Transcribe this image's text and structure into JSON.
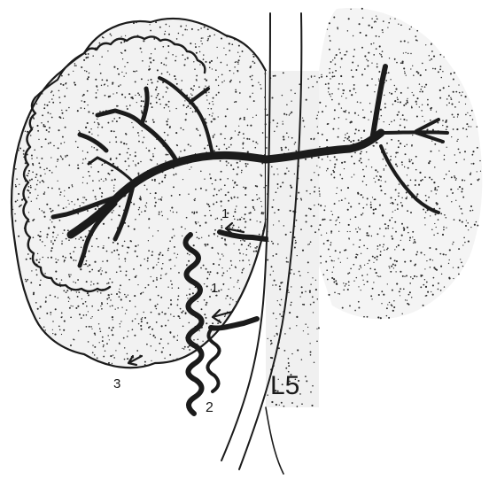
{
  "labels": {
    "label_1_upper": "1",
    "label_1_lower": "1",
    "label_2": "2",
    "label_3": "3",
    "vertebra": "L5"
  },
  "colors": {
    "ink": "#1b1b1b",
    "stipple": "#2a2a2a",
    "background": "#ffffff"
  }
}
